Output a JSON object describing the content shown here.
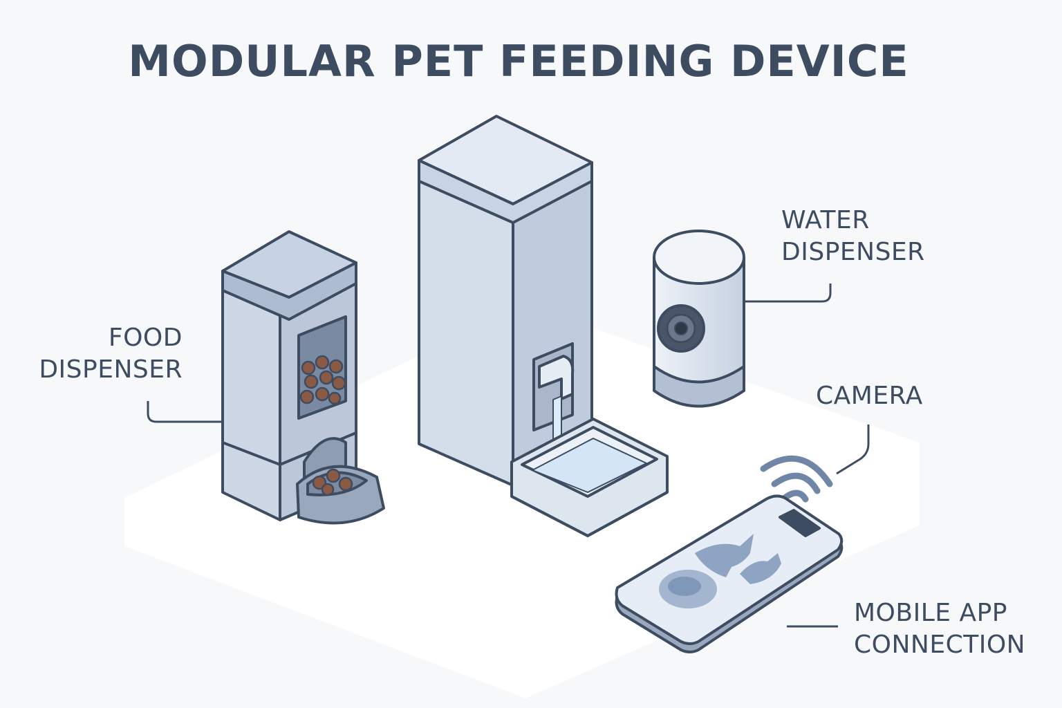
{
  "title": "MODULAR PET FEEDING DEVICE",
  "labels": {
    "food": {
      "line1": "FOOD",
      "line2": "DISPENSER"
    },
    "water": {
      "line1": "WATER",
      "line2": "DISPENSER"
    },
    "camera": {
      "line1": "CAMERA"
    },
    "app": {
      "line1": "MOBILE APP",
      "line2": "CONNECTION"
    }
  },
  "colors": {
    "outline": "#3d4c61",
    "body": "#cfd9e8",
    "body_dark": "#b8c5d9",
    "lid": "#e6edf6",
    "kibble": "#8a5a44",
    "water": "#d4e6f5",
    "background": "#f7f8fa"
  }
}
